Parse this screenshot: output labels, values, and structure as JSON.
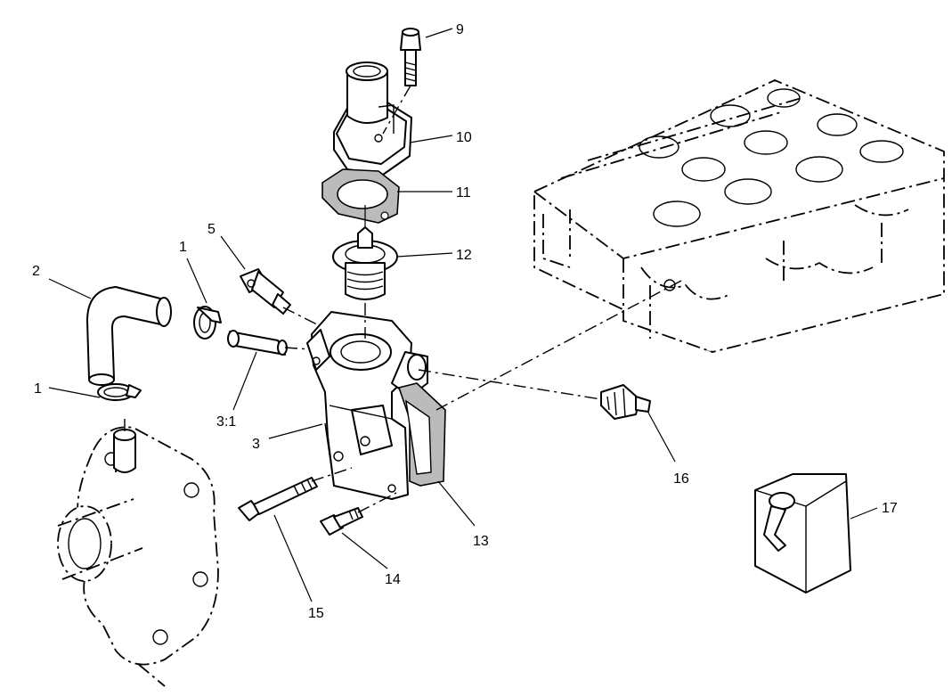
{
  "callouts": {
    "c9": "9",
    "c10": "10",
    "c11": "11",
    "c12": "12",
    "c5": "5",
    "c1a": "1",
    "c2": "2",
    "c1b": "1",
    "c3_1": "3:1",
    "c3": "3",
    "c16": "16",
    "c13": "13",
    "c14": "14",
    "c15": "15",
    "c17": "17"
  }
}
